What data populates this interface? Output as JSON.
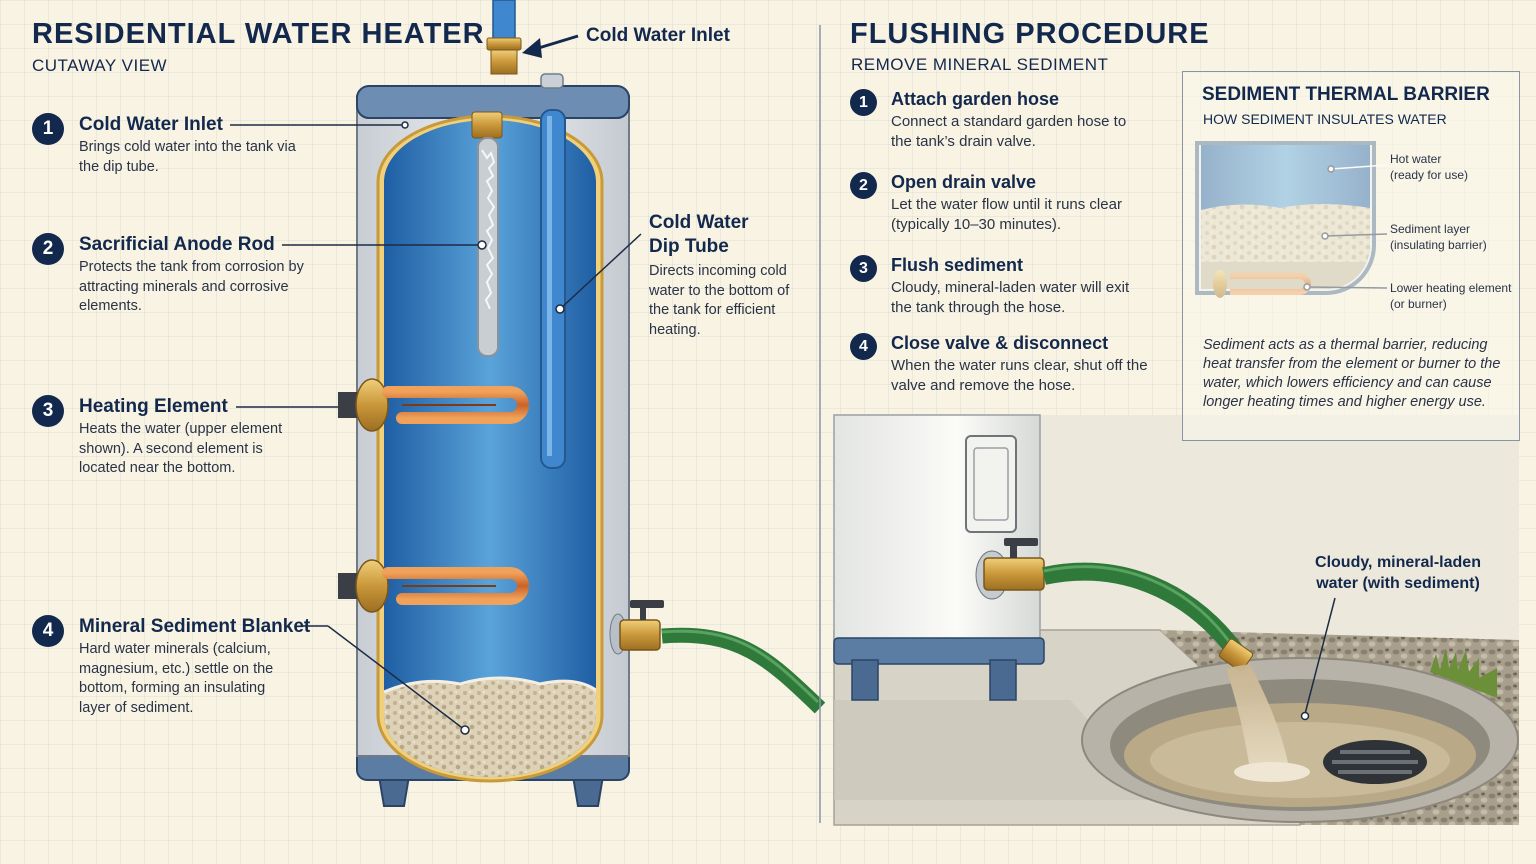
{
  "cutaway": {
    "title": "RESIDENTIAL WATER HEATER",
    "subtitle": "CUTAWAY VIEW",
    "inlet_callout": "Cold Water Inlet",
    "items": [
      {
        "num": "1",
        "title": "Cold Water Inlet",
        "desc": "Brings cold water into the tank via the dip tube."
      },
      {
        "num": "2",
        "title": "Sacrificial Anode Rod",
        "desc": "Protects the tank from corrosion by attracting minerals and corrosive elements."
      },
      {
        "num": "3",
        "title": "Heating Element",
        "desc": "Heats the water (upper element shown). A second element is located near the bottom."
      },
      {
        "num": "4",
        "title": "Mineral Sediment Blanket",
        "desc": "Hard water minerals (calcium, magnesium, etc.) settle on the bottom, forming an insulating layer of sediment."
      }
    ],
    "dip_tube": {
      "title_line1": "Cold Water",
      "title_line2": "Dip Tube",
      "desc": "Directs incoming cold water to the bottom of the tank for efficient heating."
    }
  },
  "flushing": {
    "title": "FLUSHING PROCEDURE",
    "subtitle": "REMOVE MINERAL SEDIMENT",
    "steps": [
      {
        "num": "1",
        "title": "Attach garden hose",
        "desc": "Connect a standard garden hose to the tank’s drain valve."
      },
      {
        "num": "2",
        "title": "Open drain valve",
        "desc": "Let the water flow until it runs clear (typically 10–30 minutes)."
      },
      {
        "num": "3",
        "title": "Flush sediment",
        "desc": "Cloudy, mineral-laden water will exit the tank through the hose."
      },
      {
        "num": "4",
        "title": "Close valve & disconnect",
        "desc": "When the water runs clear, shut off the valve and remove the hose."
      }
    ],
    "water_callout": "Cloudy, mineral-laden water (with sediment)"
  },
  "barrier": {
    "title": "SEDIMENT THERMAL BARRIER",
    "subtitle": "HOW SEDIMENT INSULATES WATER",
    "labels": [
      {
        "line1": "Hot water",
        "line2": "(ready for use)"
      },
      {
        "line1": "Sediment layer",
        "line2": "(insulating barrier)"
      },
      {
        "line1": "Lower heating element",
        "line2": "(or burner)"
      }
    ],
    "caption": "Sediment acts as a thermal barrier, reducing heat transfer from the element or burner to the water, which lowers efficiency and can cause longer heating times and higher energy use."
  },
  "colors": {
    "navy": "#13284d",
    "water": "#3a7fc0",
    "copper": "#d5782f",
    "brass": "#c99a3a",
    "hose": "#2f7a3a",
    "sediment": "#d9ccb0"
  }
}
